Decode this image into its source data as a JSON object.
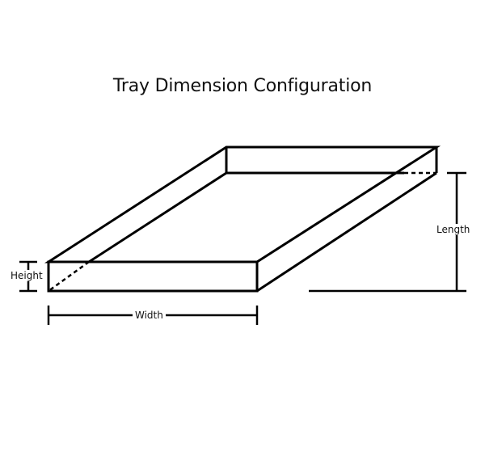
{
  "diagram": {
    "title": "Tray Dimension Configuration",
    "labels": {
      "height": "Height",
      "width": "Width",
      "length": "Length"
    },
    "colors": {
      "stroke": "#000000",
      "text": "#111111",
      "background": "#ffffff"
    }
  }
}
